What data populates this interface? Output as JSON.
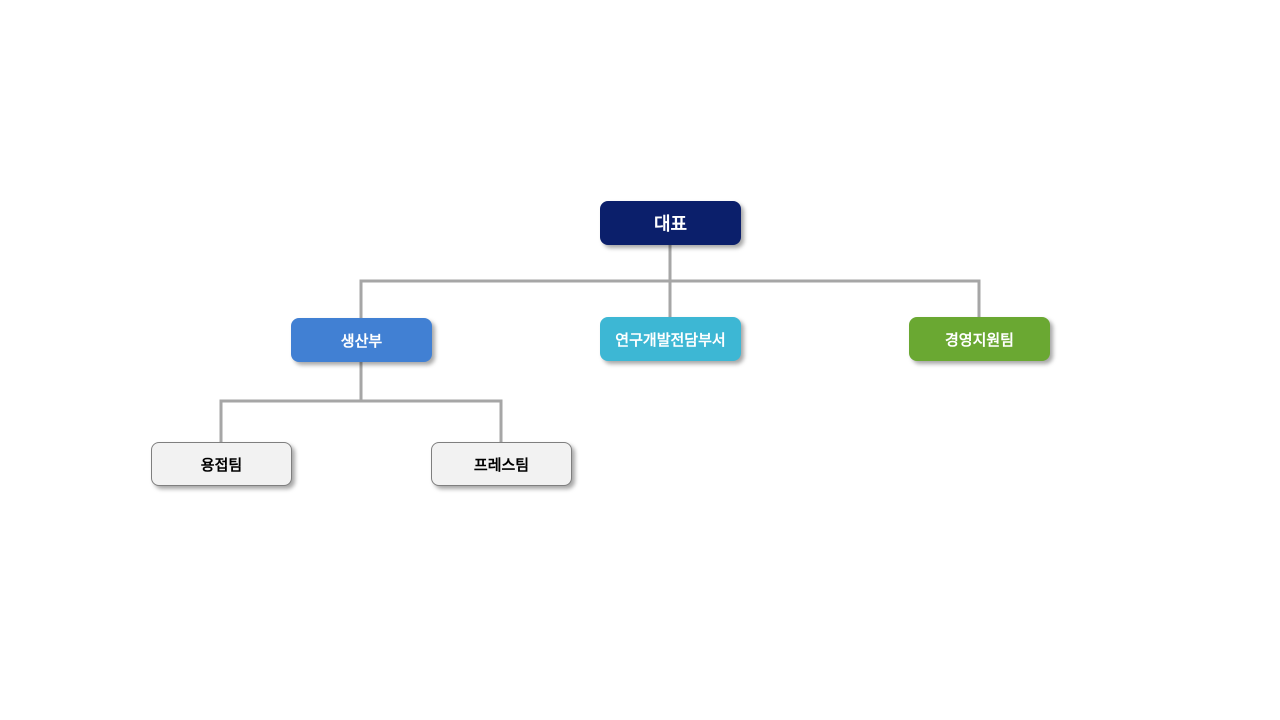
{
  "org_chart": {
    "ceo": {
      "label": "대표",
      "color": "#0b1f6b",
      "text_color": "#ffffff"
    },
    "departments": [
      {
        "id": "production",
        "label": "생산부",
        "color": "#4180d3",
        "text_color": "#ffffff"
      },
      {
        "id": "rnd",
        "label": "연구개발전담부서",
        "color": "#3db7d4",
        "text_color": "#ffffff"
      },
      {
        "id": "support",
        "label": "경영지원팀",
        "color": "#6aa832",
        "text_color": "#ffffff"
      }
    ],
    "teams": [
      {
        "id": "welding",
        "parent": "production",
        "label": "용접팀",
        "color": "#f2f2f2",
        "text_color": "#000000"
      },
      {
        "id": "press",
        "parent": "production",
        "label": "프레스팀",
        "color": "#f2f2f2",
        "text_color": "#000000"
      }
    ],
    "connector_color": "#a6a6a6"
  }
}
